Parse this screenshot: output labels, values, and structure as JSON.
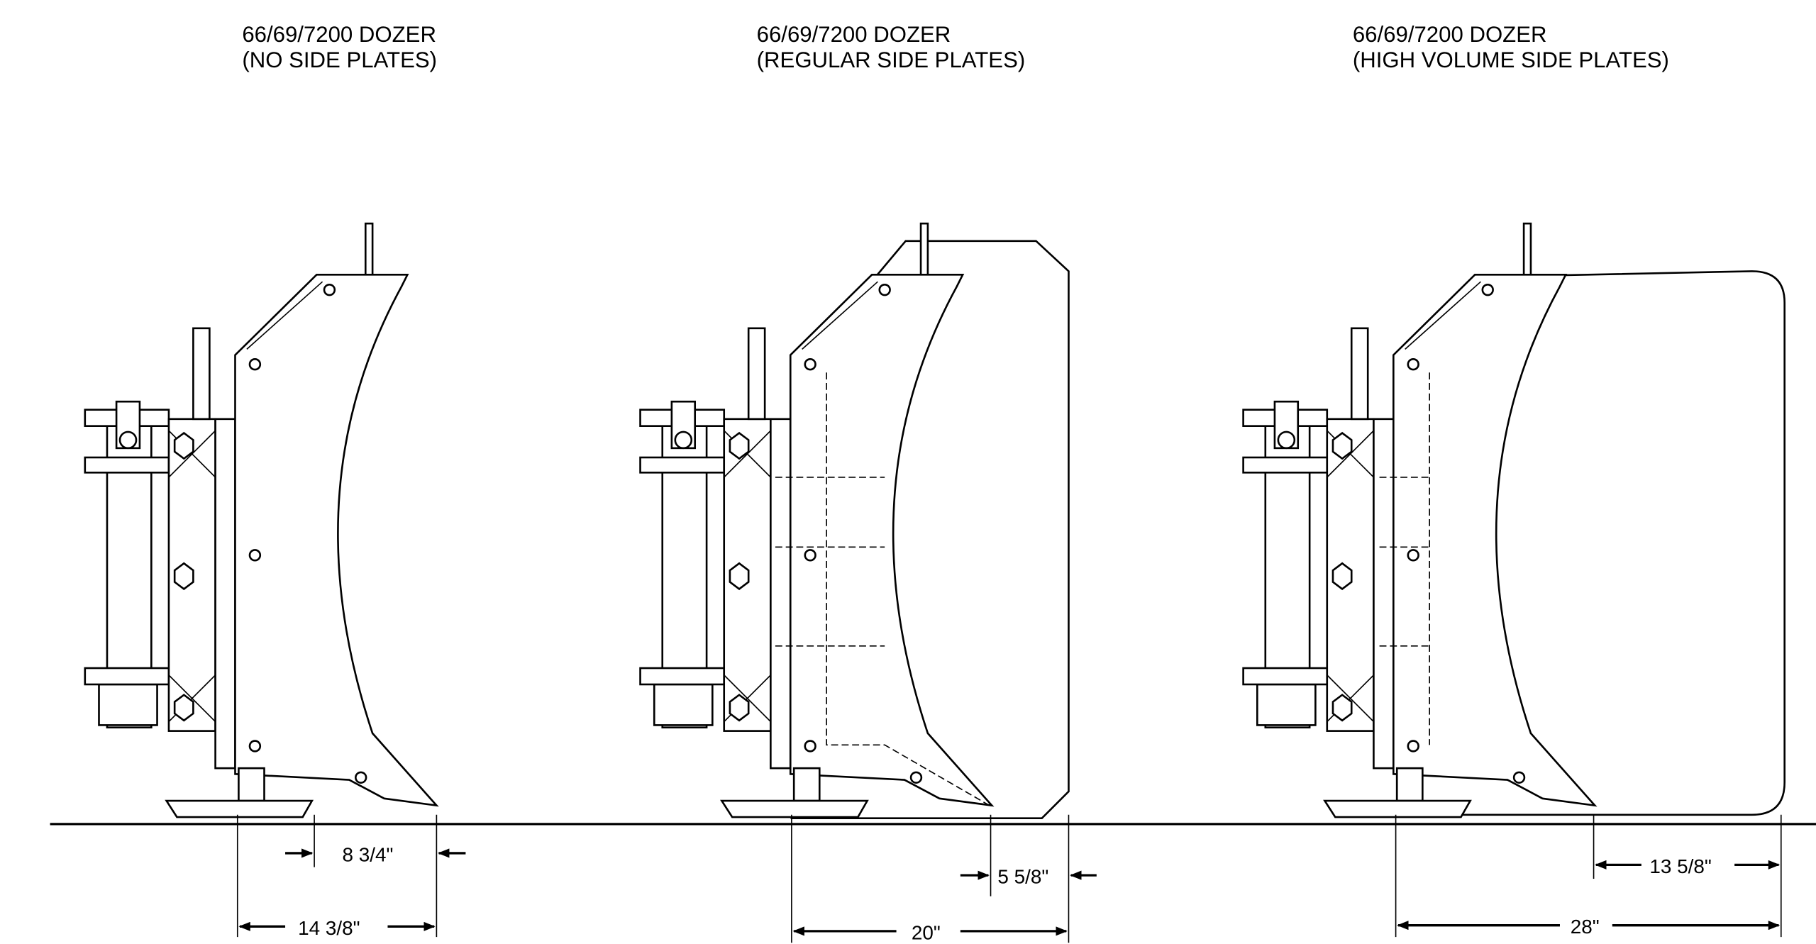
{
  "views": [
    {
      "title": "66/69/7200 DOZER",
      "subtitle": "(NO SIDE PLATES)",
      "dim_small": "8 3/4\"",
      "dim_total": "14 3/8\""
    },
    {
      "title": "66/69/7200 DOZER",
      "subtitle": "(REGULAR SIDE PLATES)",
      "dim_small": "5 5/8\"",
      "dim_total": "20\""
    },
    {
      "title": "66/69/7200 DOZER",
      "subtitle": "(HIGH VOLUME SIDE PLATES)",
      "dim_small": "13 5/8\"",
      "dim_total": "28\""
    }
  ]
}
